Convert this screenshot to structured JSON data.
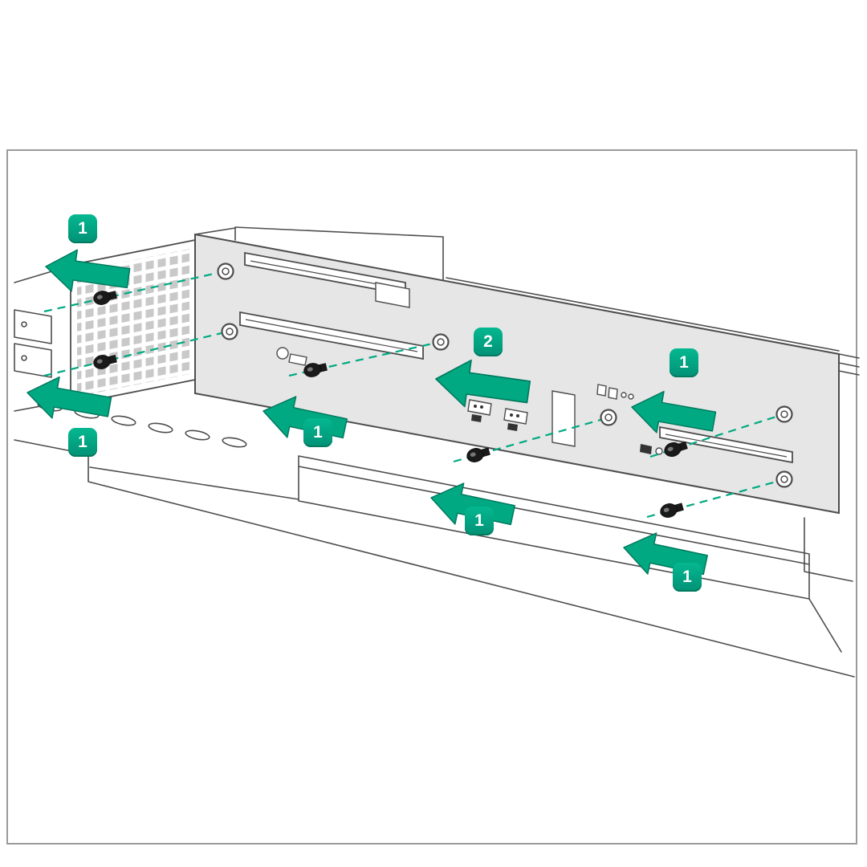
{
  "figure": {
    "colors": {
      "accent": "#01A982",
      "accent-dark": "#00795E",
      "line": "#4d4d4d",
      "board": "#e6e6e6",
      "frame": "#9a9a9a",
      "background": "#ffffff",
      "screw": "#1a1a1a",
      "vent": "#c9c9c9"
    }
  },
  "callouts": [
    {
      "step": "1"
    },
    {
      "step": "1"
    },
    {
      "step": "1"
    },
    {
      "step": "2"
    },
    {
      "step": "1"
    },
    {
      "step": "1"
    },
    {
      "step": "1"
    }
  ]
}
